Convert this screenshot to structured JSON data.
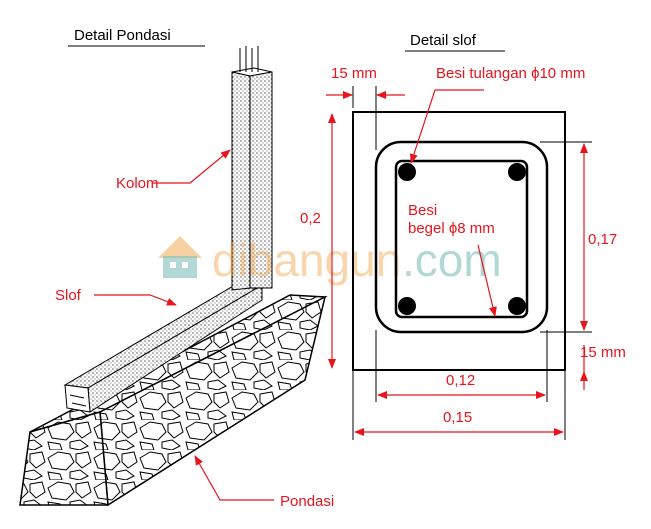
{
  "left_title": "Detail Pondasi",
  "right_title": "Detail slof",
  "labels": {
    "kolom": "Kolom",
    "slof": "Slof",
    "pondasi": "Pondasi",
    "tulangan": "Besi tulangan ϕ10 mm",
    "begel_1": "Besi",
    "begel_2": "begel ϕ8 mm"
  },
  "dimensions": {
    "cover_top": "15 mm",
    "cover_bottom": "15 mm",
    "height_total": "0,2",
    "height_inner": "0,17",
    "width_inner": "0,12",
    "width_total": "0,15"
  },
  "watermark": {
    "part1": "dibangun",
    "part2": ".com"
  },
  "colors": {
    "annotation": "#e8141e",
    "watermark_orange": "#f0a040",
    "watermark_teal": "#5fb0a8"
  }
}
